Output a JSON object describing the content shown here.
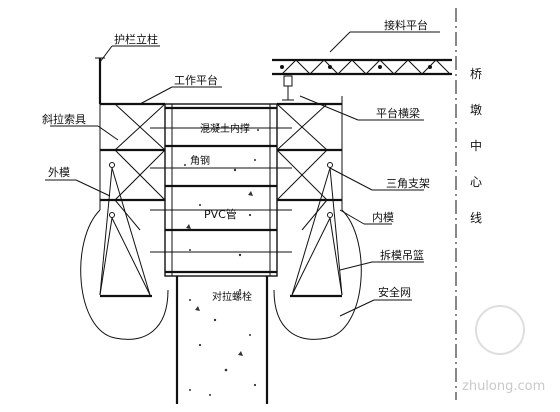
{
  "labels": {
    "guardrail_post": "护栏立柱",
    "work_platform": "工作平台",
    "diagonal_cable": "斜拉索具",
    "outer_form": "外模",
    "receiving_platform": "接料平台",
    "platform_beam": "平台横梁",
    "triangle_bracket": "三角支架",
    "inner_form": "内模",
    "form_removal_basket": "拆模吊篮",
    "safety_net": "安全网",
    "concrete_inner_support": "混凝土内撑",
    "angle_steel": "角钢",
    "pvc_pipe": "PVC管",
    "tie_bolt": "对拉螺栓"
  },
  "pier_centerline": [
    "桥",
    "墩",
    "中",
    "心",
    "线"
  ],
  "watermark": "zhulong.com"
}
